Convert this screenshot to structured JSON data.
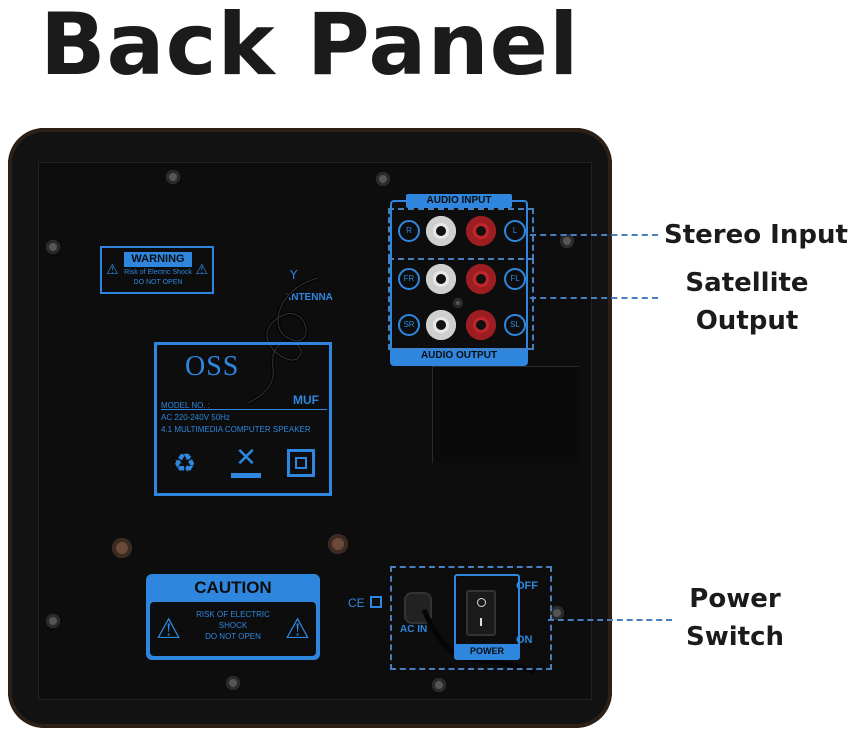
{
  "title": "Back Panel",
  "callouts": {
    "stereo_input": "Stereo Input",
    "satellite_output": "Satellite Output",
    "power_switch": "Power Switch"
  },
  "warning_label": {
    "heading": "WARNING",
    "line1": "Risk of Electric Shock",
    "line2": "DO NOT OPEN"
  },
  "antenna": "ANTENNA",
  "info_plate": {
    "brand": "OSS",
    "model_label": "MODEL NO. :",
    "model_value": "MUF",
    "power": "AC 220-240V 50Hz",
    "description": "4.1 MULTIMEDIA COMPUTER SPEAKER"
  },
  "caution_label": {
    "heading": "CAUTION",
    "line1": "RISK OF ELECTRIC",
    "line2": "SHOCK",
    "line3": "DO NOT OPEN"
  },
  "audio_input": {
    "header": "AUDIO INPUT",
    "left": "L",
    "right": "R"
  },
  "audio_output": {
    "footer": "AUDIO OUTPUT",
    "fr": "FR",
    "fl": "FL",
    "sr": "SR",
    "sl": "SL"
  },
  "power": {
    "ce": "CE",
    "ac_in": "AC IN",
    "off": "OFF",
    "on": "ON",
    "label": "POWER"
  }
}
